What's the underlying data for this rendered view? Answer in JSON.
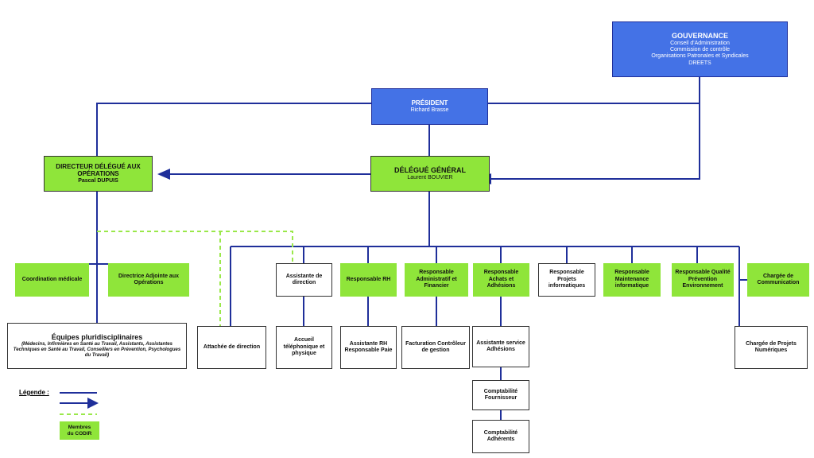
{
  "gouvernance": {
    "title": "GOUVERNANCE",
    "lines": [
      "Conseil d'Administration",
      "Commission de contrôle",
      "Organisations Patronales et Syndicales",
      "DREETS"
    ]
  },
  "president": {
    "title": "PRÉSIDENT",
    "name": "Richard Brasse"
  },
  "delegue_general": {
    "title": "DÉLÉGUÉ GÉNÉRAL",
    "name": "Laurent BOUVIER"
  },
  "directeur_operations": {
    "title": "DIRECTEUR DÉLÉGUÉ AUX OPÉRATIONS",
    "name": "Pascal DUPUIS"
  },
  "coordination_medicale": "Coordination médicale",
  "directrice_adjointe": "Directrice Adjointe aux Opérations",
  "equipes": {
    "title": "Équipes pluridisciplinaires",
    "detail": "(Médecins, Infirmières en Santé au Travail, Assistants, Assistantes Techniques en Santé au Travail, Conseillers en Prévention, Psychologues du Travail)"
  },
  "attachee_direction": "Attachée de direction",
  "assistante_direction": "Assistante de direction",
  "accueil": "Accueil téléphonique et physique",
  "responsable_rh": "Responsable RH",
  "assistante_rh": "Assistante RH Responsable Paie",
  "responsable_admin": "Responsable Administratif et Financier",
  "facturation": "Facturation Contrôleur de gestion",
  "responsable_achats": "Responsable Achats et Adhésions",
  "assistante_adhesions": "Assistante service Adhésions",
  "comptabilite_fournisseur": "Comptabilité Fournisseur",
  "comptabilite_adherents": "Comptabilité Adhérents",
  "responsable_projets": "Responsable Projets informatiques",
  "responsable_maintenance": "Responsable Maintenance informatique",
  "responsable_qualite": "Responsable Qualité Prévention Environnement",
  "chargee_communication": "Chargée de Communication",
  "chargee_projets_numeriques": "Chargée de Projets Numériques",
  "legend": {
    "label": "Légende :",
    "codir": "Membres du CODIR"
  },
  "colors": {
    "line_blue": "#1f2f9a",
    "box_blue": "#4472E6",
    "box_green": "#8FE53A",
    "dashed_green": "#9AE84A"
  }
}
